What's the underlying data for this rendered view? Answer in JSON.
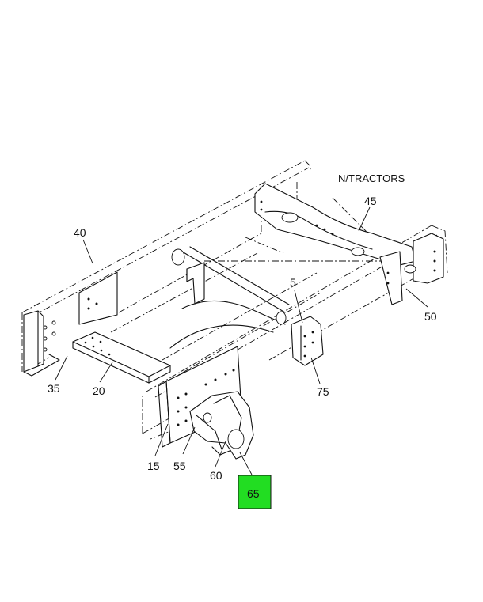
{
  "diagram": {
    "note": "N/TRACTORS",
    "callouts": [
      {
        "id": "5",
        "text": "5"
      },
      {
        "id": "15",
        "text": "15"
      },
      {
        "id": "20",
        "text": "20"
      },
      {
        "id": "35",
        "text": "35"
      },
      {
        "id": "40",
        "text": "40"
      },
      {
        "id": "45",
        "text": "45"
      },
      {
        "id": "50",
        "text": "50"
      },
      {
        "id": "55",
        "text": "55"
      },
      {
        "id": "60",
        "text": "60"
      },
      {
        "id": "65",
        "text": "65",
        "highlighted": true
      },
      {
        "id": "75",
        "text": "75"
      }
    ],
    "highlight_color": "#22dd22"
  }
}
